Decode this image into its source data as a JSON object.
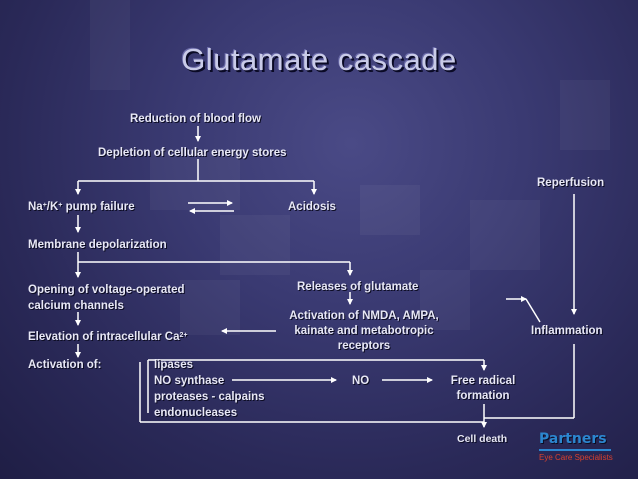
{
  "title": "Glutamate cascade",
  "nodes": {
    "reduction": "Reduction of blood flow",
    "depletion": "Depletion of cellular energy stores",
    "reperfusion": "Reperfusion",
    "pump_pre": "Na",
    "pump_sup1": "+",
    "pump_mid": "/K",
    "pump_sup2": "+",
    "pump_post": " pump failure",
    "acidosis": "Acidosis",
    "membrane": "Membrane depolarization",
    "opening": "Opening of voltage-operated calcium channels",
    "releases": "Releases of glutamate",
    "activation_receptors": "Activation of NMDA, AMPA, kainate and metabotropic receptors",
    "elevation_pre": "Elevation of intracellular Ca",
    "elevation_sup": "2+",
    "inflammation": "Inflammation",
    "activation_of": "Activation of:",
    "enzymes": [
      "lipases",
      "NO synthase",
      "proteases - calpains",
      "endonucleases"
    ],
    "no": "NO",
    "free_radical": "Free radical formation",
    "cell_death": "Cell death"
  },
  "logo": {
    "name": "Partners",
    "tagline": "Eye Care Specialists"
  },
  "colors": {
    "line": "#ffffff",
    "text": "#e8e8f6",
    "brand_blue": "#2c86cf",
    "brand_red": "#d8412e"
  }
}
